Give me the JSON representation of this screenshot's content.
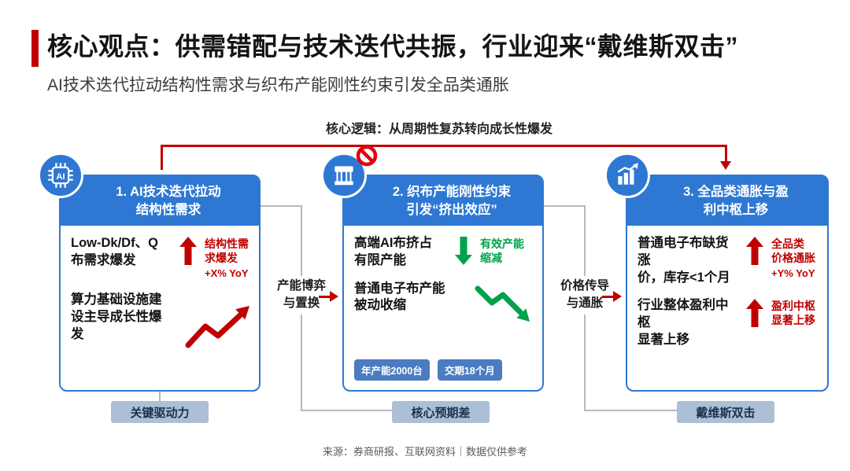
{
  "colors": {
    "accent_red": "#c00000",
    "card_blue": "#2e78d4",
    "green": "#00a14b",
    "mini_badge_blue": "#4b7cc2",
    "bottom_badge_bg": "#adbfd6"
  },
  "header": {
    "title": "核心观点：供需错配与技术迭代共振，行业迎来“戴维斯双击”",
    "subtitle": "AI技术迭代拉动结构性需求与织布产能刚性约束引发全品类通胀"
  },
  "flow": {
    "top_label": "核心逻辑：从周期性复苏转向成长性爆发",
    "connector1": "产能博弈\n与置换",
    "connector2": "价格传导\n与通胀"
  },
  "cards": [
    {
      "title": "1. AI技术迭代拉动\n结构性需求",
      "icon_label": "AI",
      "rows": [
        {
          "text": "Low-Dk/Df、Q\n布需求爆发",
          "side_label": "结构性需\n求爆发",
          "side_value": "+X% YoY"
        },
        {
          "text": "算力基础设施建\n设主导成长性爆\n发"
        }
      ],
      "footer_badge": "关键驱动力"
    },
    {
      "title": "2. 织布产能刚性约束\n引发“挤出效应”",
      "rows": [
        {
          "text": "高端AI布挤占\n有限产能",
          "side_label": "有效产能\n缩减"
        },
        {
          "text": "普通电子布产能\n被动收缩"
        }
      ],
      "badges": [
        "年产能2000台",
        "交期18个月"
      ],
      "footer_badge": "核心预期差"
    },
    {
      "title": "3. 全品类通胀与盈\n利中枢上移",
      "rows": [
        {
          "text": "普通电子布缺货涨\n价，库存<1个月",
          "side_label": "全品类\n价格通胀",
          "side_value": "+Y% YoY"
        },
        {
          "text": "行业整体盈利中枢\n显著上移",
          "side_label": "盈利中枢\n显著上移"
        }
      ],
      "footer_badge": "戴维斯双击"
    }
  ],
  "footer": {
    "source": "来源：券商研报、互联网资料｜数据仅供参考"
  }
}
